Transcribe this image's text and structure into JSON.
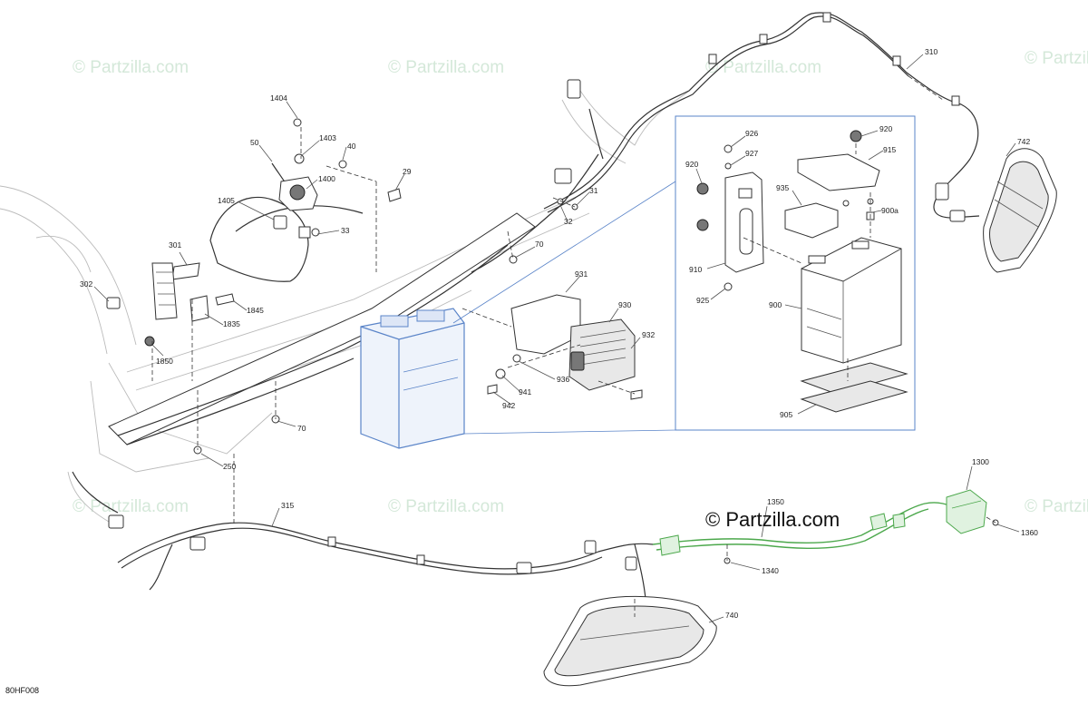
{
  "diagram": {
    "code": "80HF008",
    "watermark": "© Partzilla.com",
    "copyright": "© Partzilla.com",
    "labels": {
      "p1404": "1404",
      "p50": "50",
      "p1403": "1403",
      "p40": "40",
      "p1400": "1400",
      "p29": "29",
      "p1405": "1405",
      "p31": "31",
      "p32": "32",
      "p33": "33",
      "p70a": "70",
      "p301": "301",
      "p302": "302",
      "p1845": "1845",
      "p1835": "1835",
      "p1850": "1850",
      "p70b": "70",
      "p250": "250",
      "p931": "931",
      "p930": "930",
      "p932": "932",
      "p936": "936",
      "p941": "941",
      "p942": "942",
      "p926": "926",
      "p927": "927",
      "p920a": "920",
      "p920b": "920",
      "p915": "915",
      "p935": "935",
      "p900a": "900a",
      "p910": "910",
      "p925": "925",
      "p900": "900",
      "p905": "905",
      "p310": "310",
      "p742": "742",
      "p315": "315",
      "p1350": "1350",
      "p1300": "1300",
      "p1360": "1360",
      "p1340": "1340",
      "p740": "740"
    }
  },
  "colors": {
    "highlight_blue": "#5a84c8",
    "highlight_green": "#4ca84c",
    "watermark": "#d4e8d9",
    "line": "#333333"
  }
}
